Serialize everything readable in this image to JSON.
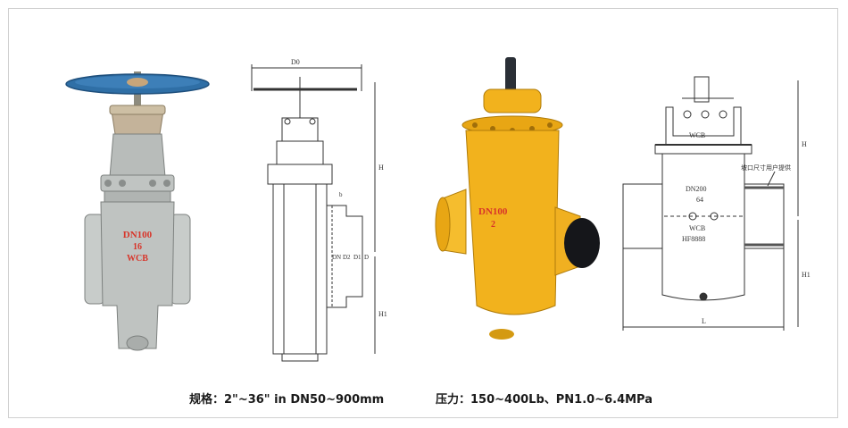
{
  "photo1": {
    "body_markings": [
      "DN100",
      "16",
      "WCB"
    ]
  },
  "drawing1": {
    "dimension_labels": {
      "top": "D0",
      "height": "H",
      "height_lower": "H1",
      "diameters": [
        "DN",
        "D2",
        "D1",
        "D"
      ],
      "thickness": "b"
    }
  },
  "photo2": {
    "body_markings": [
      "DN100",
      "2"
    ]
  },
  "drawing2": {
    "bonnet_marking": "WCB",
    "body_markings": [
      "DN200",
      "64",
      "WCB",
      "HF8888"
    ],
    "note": "坡口尺寸用户提供",
    "dimension_labels": {
      "height": "H",
      "height_lower": "H1",
      "length": "L"
    }
  },
  "captions": {
    "spec": "规格：2\"~36\" in DN50~900mm",
    "pressure": "压力：150~400Lb、PN1.0~6.4MPa"
  },
  "colors": {
    "handwheel": "#2f6fa6",
    "valve_gray": "#b4b8b6",
    "valve_yellow": "#f2b21d",
    "marking_red": "#d8352a",
    "drawing_line": "#333333"
  }
}
